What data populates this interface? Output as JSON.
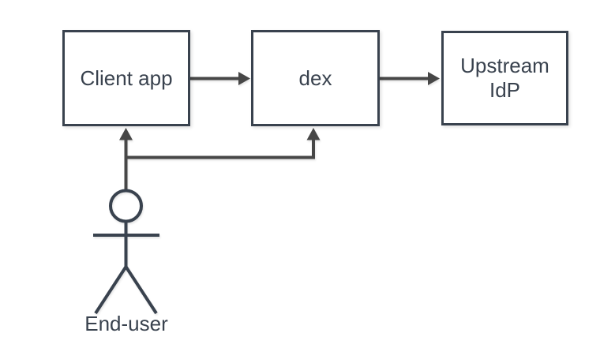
{
  "diagram": {
    "nodes": [
      {
        "id": "client-app",
        "label": "Client app"
      },
      {
        "id": "dex",
        "label": "dex"
      },
      {
        "id": "upstream-idp",
        "label": "Upstream\nIdP"
      }
    ],
    "actor": {
      "id": "end-user",
      "label": "End-user"
    },
    "edges": [
      {
        "from": "client-app",
        "to": "dex",
        "type": "arrow"
      },
      {
        "from": "dex",
        "to": "upstream-idp",
        "type": "arrow"
      },
      {
        "from": "end-user",
        "to": "client-app",
        "type": "arrow"
      },
      {
        "from": "end-user",
        "to": "dex",
        "type": "arrow"
      }
    ],
    "colors": {
      "shape_stroke": "#39424E",
      "connector": "#474747",
      "node_fill": "#FFFFFF",
      "background": "#FFFFFF",
      "text": "#39424E"
    }
  }
}
